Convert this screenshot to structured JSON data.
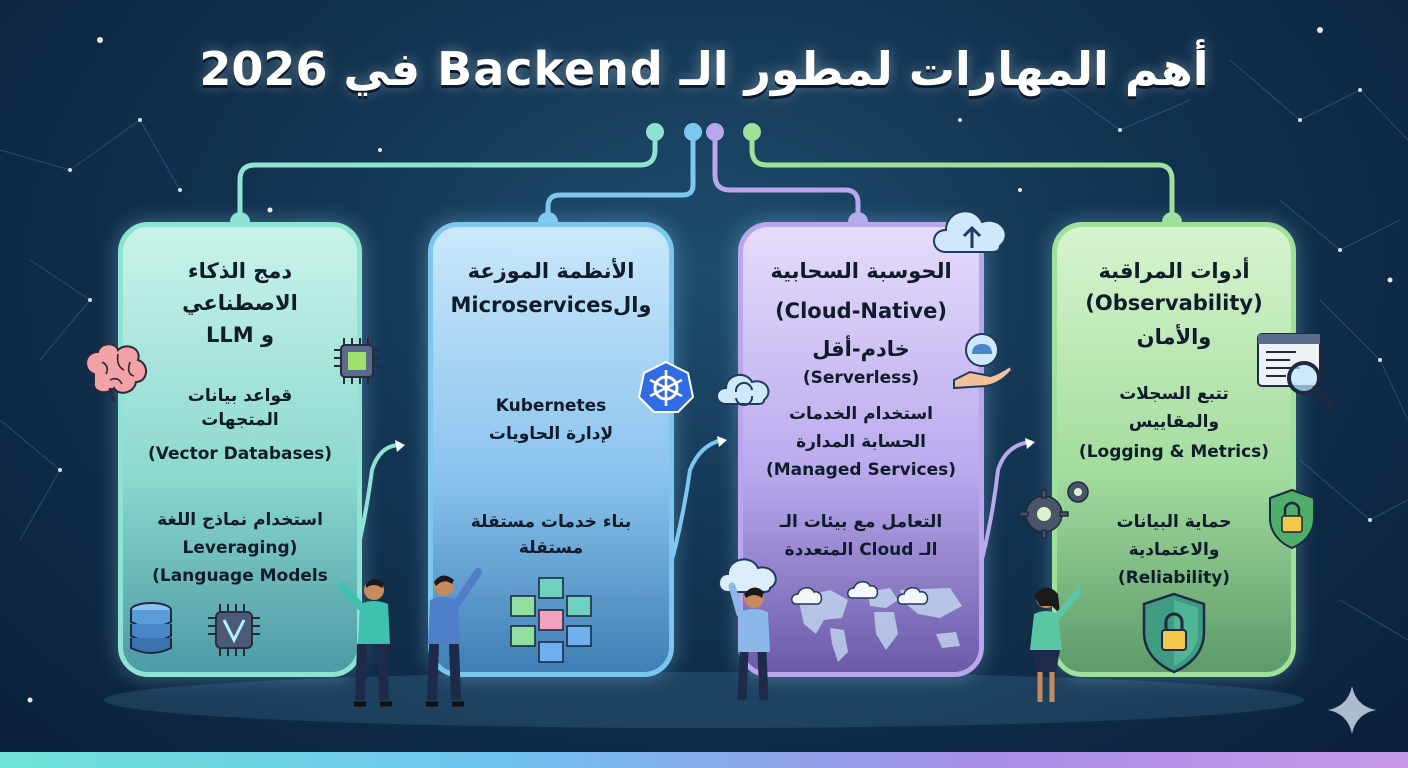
{
  "title": "أهم المهارات لمطور الـ Backend في 2026",
  "cards": [
    {
      "heading_1": "دمج الذكاء",
      "heading_2": "الاصطناعي",
      "heading_3": "و LLM",
      "item1_line1": "قواعد بيانات",
      "item1_line2": "المتجهات",
      "item1_line3": "(Vector Databases)",
      "item2_line1": "استخدام نماذج اللغة",
      "item2_line2": "(Leveraging",
      "item2_line3": "Language Models)"
    },
    {
      "heading_1": "الأنظمة الموزعة",
      "heading_2": "والMicroservices",
      "item1_line1": "Kubernetes",
      "item1_line2": "لإدارة الحاويات",
      "item2_line1": "بناء خدمات مستقلة",
      "item2_line2": "مستقلة"
    },
    {
      "heading_1": "الحوسبة السحابية",
      "heading_2": "(Cloud-Native)",
      "heading_3": "خادم-أقل",
      "item0_line1": "(Serverless)",
      "item1_line1": "استخدام الخدمات",
      "item1_line2": "الحسابة المدارة",
      "item1_line3": "(Managed Services)",
      "item2_line1": "التعامل مع بيئات الـ",
      "item2_line2": "الـ Cloud المتعددة"
    },
    {
      "heading_1": "أدوات المراقبة",
      "heading_2": "(Observability)",
      "heading_3": "والأمان",
      "item1_line1": "تتبع السجلات",
      "item1_line2": "والمقاييس",
      "item1_line3": "(Logging & Metrics)",
      "item2_line1": "حماية البيانات",
      "item2_line2": "والاعتمادية",
      "item2_line3": "(Reliability)"
    }
  ],
  "colors": {
    "card1": "#8fe3d2",
    "card2": "#7cc7f0",
    "card3": "#b9a6ec",
    "card4": "#9fe09a"
  },
  "icons": [
    "brain-icon",
    "chip-icon",
    "database-icon",
    "ai-chip-icon",
    "kubernetes-icon",
    "cubes-icon",
    "cloud-sync-icon",
    "cloud-upload-icon",
    "serverless-hand-icon",
    "cloud-icon",
    "world-map-icon",
    "log-window-icon",
    "magnifier-icon",
    "gear-icon",
    "shield-lock-icon",
    "sparkle-icon"
  ]
}
